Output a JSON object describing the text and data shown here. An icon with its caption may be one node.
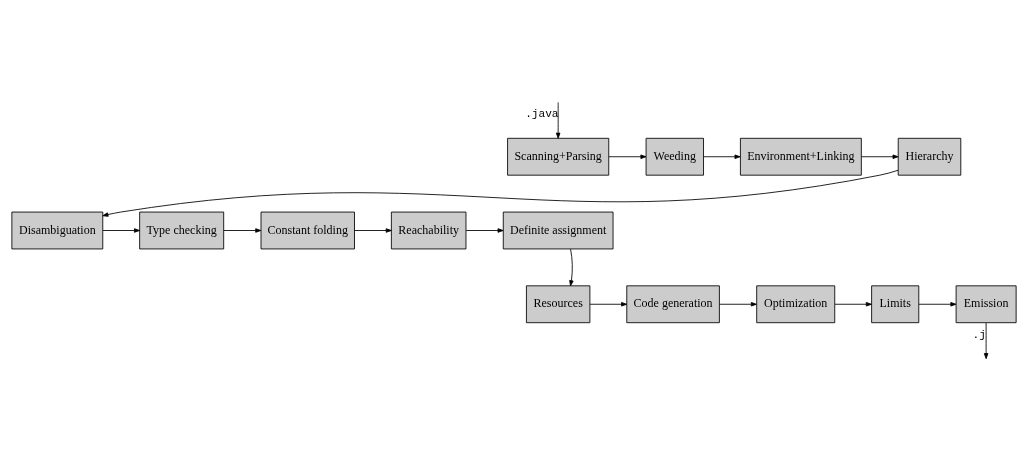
{
  "diagram": {
    "nodes": [
      {
        "text": [
          "Scanning+Parsing"
        ]
      },
      {
        "text": [
          "Weeding"
        ]
      },
      {
        "text": [
          "Environment+Linking"
        ]
      },
      {
        "text": [
          "Hierarchy"
        ]
      },
      {
        "text": [
          "Disambiguation"
        ]
      },
      {
        "text": [
          "Type checking"
        ]
      },
      {
        "text": [
          "Constant folding"
        ]
      },
      {
        "text": [
          "Reachability"
        ]
      },
      {
        "text": [
          "Definite assignment"
        ]
      },
      {
        "text": [
          "Resources"
        ]
      },
      {
        "text": [
          "Code generation"
        ]
      },
      {
        "text": [
          "Optimization"
        ]
      },
      {
        "text": [
          "Limits"
        ]
      },
      {
        "text": [
          "Emission"
        ]
      }
    ],
    "edges": [
      {
        "from": null,
        "to": 0,
        "arrow": "to",
        "label": ".java"
      },
      {
        "from": 0,
        "to": 1,
        "arrow": "to"
      },
      {
        "from": 1,
        "to": 2,
        "arrow": "to"
      },
      {
        "from": 2,
        "to": 3,
        "arrow": "to"
      },
      {
        "from": 3,
        "to": 4,
        "arrow": "to"
      },
      {
        "from": 4,
        "to": 5,
        "arrow": "to"
      },
      {
        "from": 5,
        "to": 6,
        "arrow": "to"
      },
      {
        "from": 6,
        "to": 7,
        "arrow": "to"
      },
      {
        "from": 7,
        "to": 8,
        "arrow": "to"
      },
      {
        "from": 8,
        "to": 9,
        "arrow": "to"
      },
      {
        "from": 9,
        "to": 10,
        "arrow": "to"
      },
      {
        "from": 10,
        "to": 11,
        "arrow": "to"
      },
      {
        "from": 11,
        "to": 12,
        "arrow": "to"
      },
      {
        "from": 12,
        "to": 13,
        "arrow": "to"
      },
      {
        "from": 13,
        "to": null,
        "arrow": "to",
        "label": ".j"
      }
    ]
  }
}
